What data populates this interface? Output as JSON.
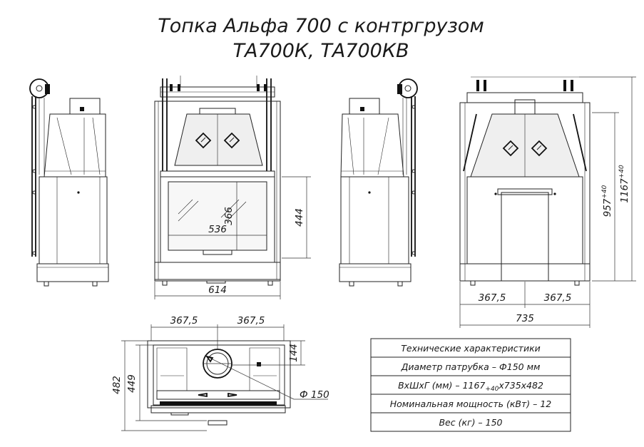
{
  "title": {
    "line1": "Топка Альфа 700 с контргрузом",
    "line2": "ТА700К, ТА700КВ"
  },
  "dimensions": {
    "glass_height": "366",
    "glass_width": "536",
    "door_height": "444",
    "front_width": "614",
    "rear_left_half": "367,5",
    "rear_right_half": "367,5",
    "rear_total_width": "735",
    "height_body": "957",
    "height_body_tol": "+40",
    "height_total": "1167",
    "height_total_tol": "+40",
    "top_left_half": "367,5",
    "top_right_half": "367,5",
    "plan_depth_outer": "482",
    "plan_depth_inner": "449",
    "collar_offset": "144",
    "collar_diameter": "Ф 150"
  },
  "spec_table": {
    "header": "Технические характеристики",
    "rows": [
      "Диаметр патрубка – Ф150 мм",
      "ВхШхГ (мм) – 1167",
      "Номинальная мощность (кВт) – 12",
      "Вес (кг) – 150"
    ],
    "size_subscript": "+40",
    "size_rest": "х735х482"
  },
  "icons": [
    "diamond-air-control-icon",
    "counterweight-pulley-icon"
  ]
}
